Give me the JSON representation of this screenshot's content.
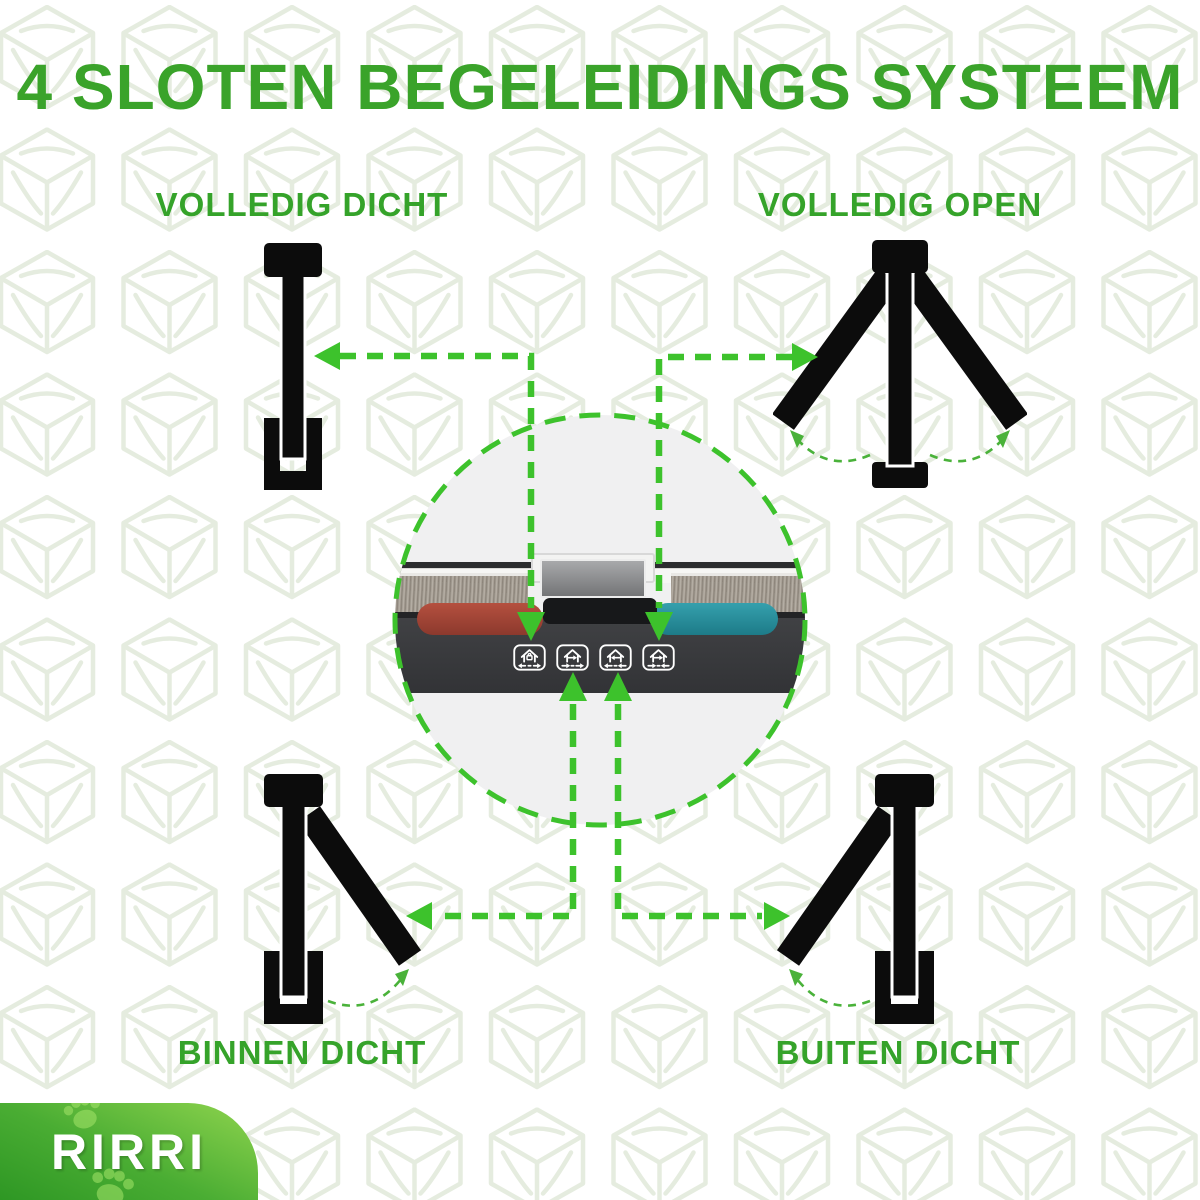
{
  "title": "4 SLOTEN BEGELEIDINGS SYSTEEM",
  "brand": {
    "name": "RIRRI",
    "logo_icon": "paw-print-icon"
  },
  "quadrants": {
    "top_left": {
      "label": "VOLLEDIG DICHT",
      "icon": "flap-closed-icon"
    },
    "top_right": {
      "label": "VOLLEDIG OPEN",
      "icon": "flap-swing-both-ways-icon"
    },
    "bottom_left": {
      "label": "BINNEN DICHT",
      "icon": "flap-swing-outward-icon"
    },
    "bottom_right": {
      "label": "BUITEN DICHT",
      "icon": "flap-swing-inward-icon"
    }
  },
  "center_panel": {
    "lock_mode_icons": [
      "lock-mode-locked-icon",
      "lock-mode-exit-only-icon",
      "lock-mode-entry-only-icon",
      "lock-mode-open-both-ways-icon"
    ]
  },
  "colors": {
    "text_green": "#35a32a",
    "arrow_green": "#3dc22c",
    "swing_arrow_green": "#4ab23a",
    "flap_black": "#0c0c0c",
    "circle_fill": "#f0f0f1",
    "device_body": "#38393c",
    "latch_red": "#a84a3c",
    "latch_teal": "#2b93a1",
    "pattern_cube": "#e1e9da",
    "logo_green_light": "#8fd44e",
    "logo_green_dark": "#2e9724"
  }
}
